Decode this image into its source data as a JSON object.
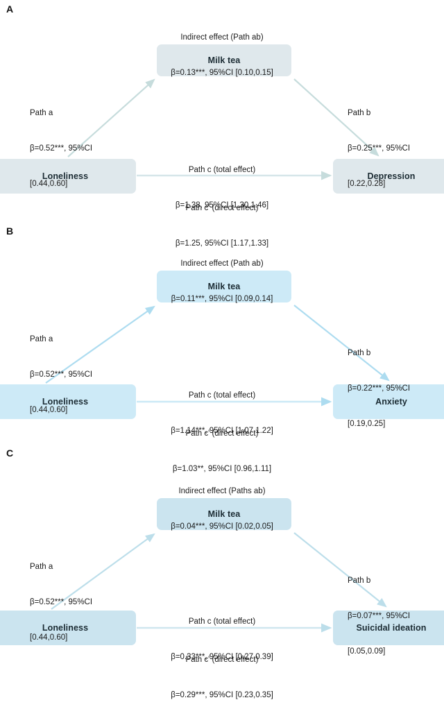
{
  "figure": {
    "type": "mediation-path-diagram",
    "panel_count": 3
  },
  "panels": [
    {
      "letter": "A",
      "box_color": "#dfe8ec",
      "arrow_color": "#c6dcdc",
      "nodes": {
        "predictor": "Loneliness",
        "mediator": "Milk tea",
        "outcome": "Depression"
      },
      "indirect": {
        "title": "Indirect effect (Path ab)",
        "stat": "β=0.13***, 95%CI [0.10,0.15]"
      },
      "path_a": {
        "title": "Path a",
        "stat1": "β=0.52***, 95%CI",
        "stat2": "[0.44,0.60]"
      },
      "path_b": {
        "title": "Path b",
        "stat1": "β=0.25***, 95%CI",
        "stat2": "[0.22,0.28]"
      },
      "path_c": {
        "title": "Path c (total effect)",
        "stat": "β=1.38, 95%CI [1.30,1.46]"
      },
      "path_cprime": {
        "title": "Path c' (direct effect)",
        "stat": "β=1.25, 95%CI [1.17,1.33]"
      }
    },
    {
      "letter": "B",
      "box_color": "#cdeaf7",
      "arrow_color": "#addcf0",
      "nodes": {
        "predictor": "Loneliness",
        "mediator": "Milk tea",
        "outcome": "Anxiety"
      },
      "indirect": {
        "title": "Indirect effect (Path ab)",
        "stat": "β=0.11***, 95%CI [0.09,0.14]"
      },
      "path_a": {
        "title": "Path a",
        "stat1": "β=0.52***, 95%CI",
        "stat2": "[0.44,0.60]"
      },
      "path_b": {
        "title": "Path b",
        "stat1": "β=0.22***, 95%CI",
        "stat2": "[0.19,0.25]"
      },
      "path_c": {
        "title": "Path c (total effect)",
        "stat": "β=1.14***, 95%CI [1.07,1.22]"
      },
      "path_cprime": {
        "title": "Path c' (direct effect)",
        "stat": "β=1.03**, 95%CI [0.96,1.11]"
      }
    },
    {
      "letter": "C",
      "box_color": "#cbe4ef",
      "arrow_color": "#bcdeea",
      "nodes": {
        "predictor": "Loneliness",
        "mediator": "Milk tea",
        "outcome": "Suicidal ideation"
      },
      "indirect": {
        "title": "Indirect effect (Paths ab)",
        "stat": "β=0.04***, 95%CI [0.02,0.05]"
      },
      "path_a": {
        "title": "Path a",
        "stat1": "β=0.52***, 95%CI",
        "stat2": "[0.44,0.60]"
      },
      "path_b": {
        "title": "Path b",
        "stat1": "β=0.07***, 95%CI",
        "stat2": "[0.05,0.09]"
      },
      "path_c": {
        "title": "Path c (total effect)",
        "stat": "β=0.33***, 95%CI [0.27,0.39]"
      },
      "path_cprime": {
        "title": "Path c' (direct effect)",
        "stat": "β=0.29***, 95%CI [0.23,0.35]"
      }
    }
  ]
}
